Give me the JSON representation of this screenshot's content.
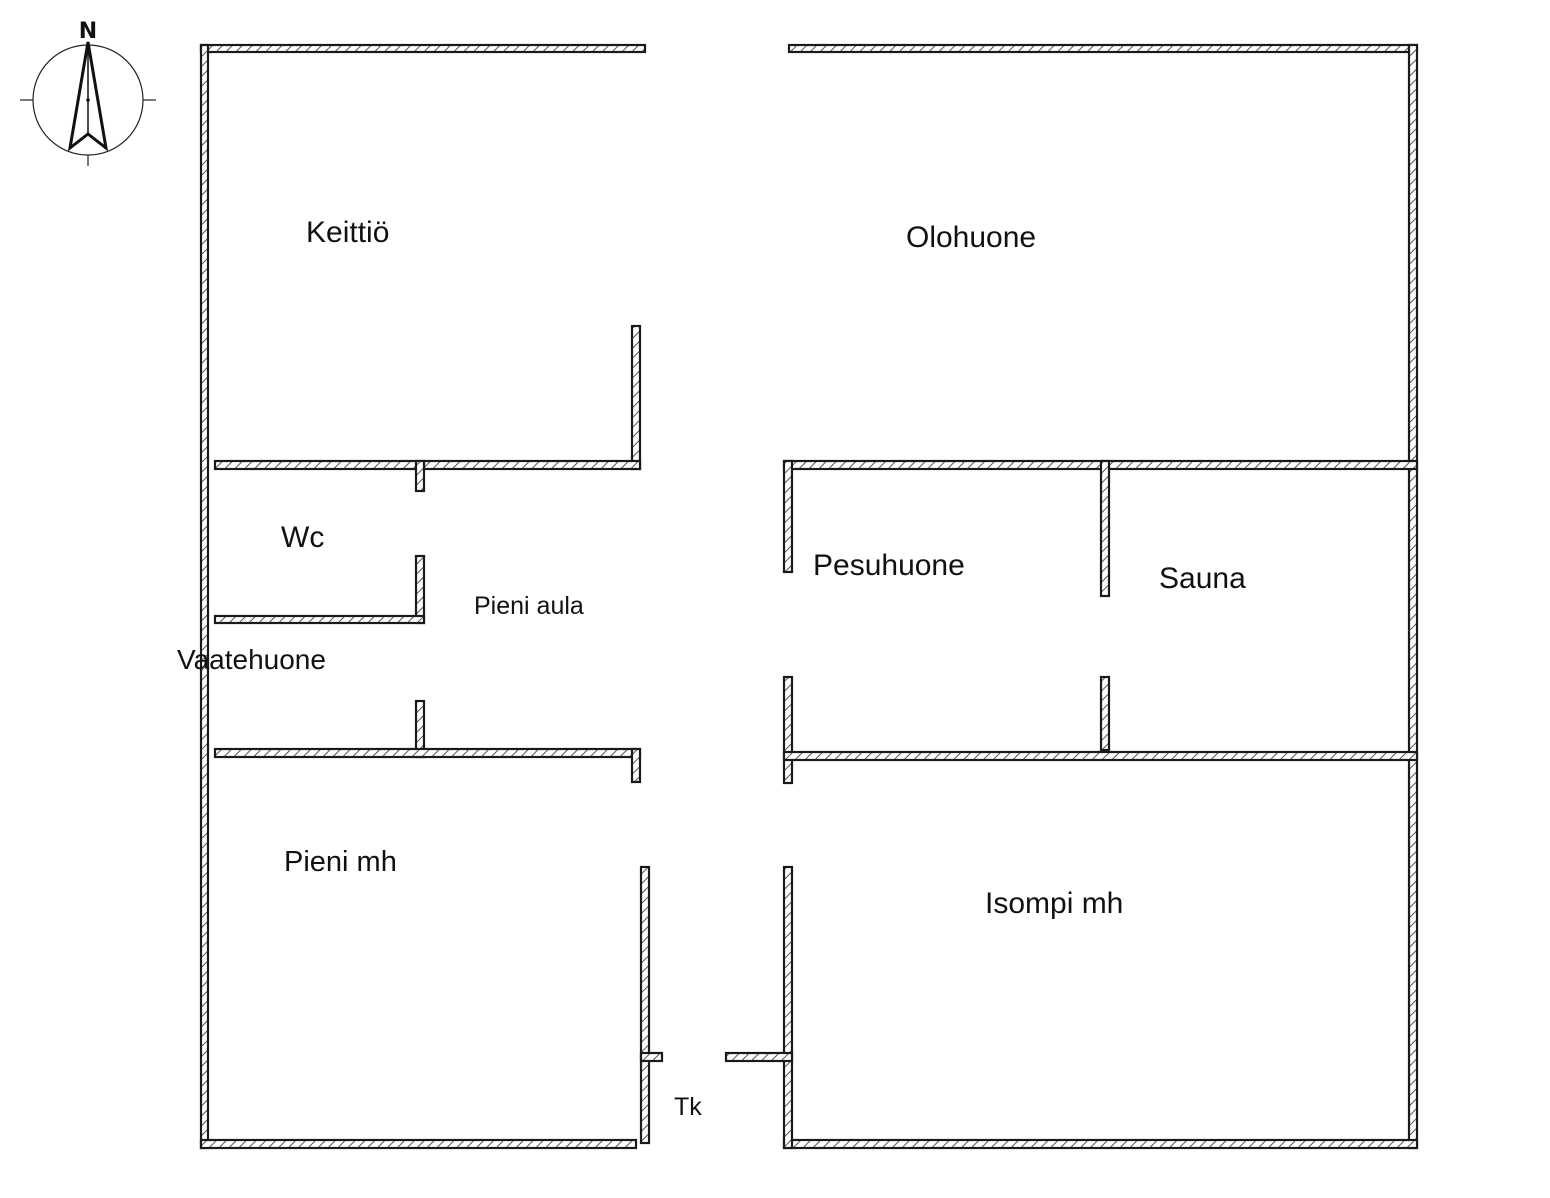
{
  "compass": {
    "icon": "north-arrow-icon",
    "letter": "N"
  },
  "rooms": {
    "keittio": "Keittiö",
    "olohuone": "Olohuone",
    "wc": "Wc",
    "pieni_aula": "Pieni aula",
    "vaatehuone": "Vaatehuone",
    "pesuhuone": "Pesuhuone",
    "sauna": "Sauna",
    "pieni_mh": "Pieni mh",
    "isompi_mh": "Isompi mh",
    "tk": "Tk"
  },
  "colors": {
    "wall_stroke": "#1a1a1a",
    "wall_hatch": "#555555",
    "background": "#ffffff"
  }
}
